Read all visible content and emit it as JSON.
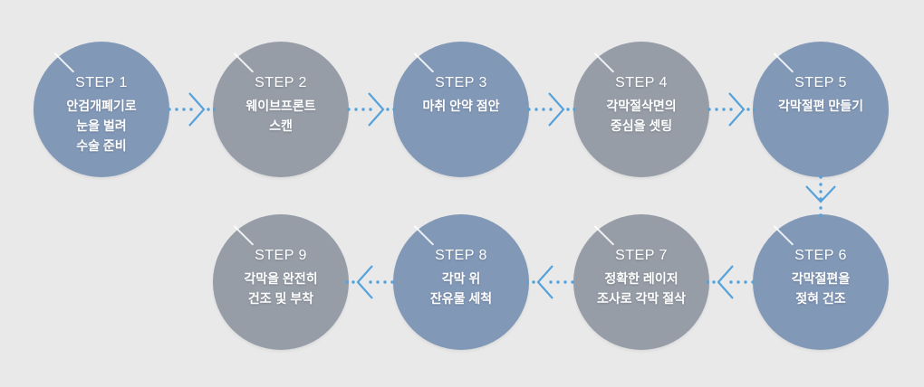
{
  "colors": {
    "background": "#e9e9e9",
    "circle_blue": "#8298b7",
    "circle_gray": "#969da7",
    "arrow": "#55a2da",
    "text": "#ffffff"
  },
  "steps": [
    {
      "label": "STEP 1",
      "desc": "안검개폐기로\n눈을 벌려\n수술 준비",
      "color": "circle_blue"
    },
    {
      "label": "STEP 2",
      "desc": "웨이브프론트\n스캔",
      "color": "circle_gray"
    },
    {
      "label": "STEP 3",
      "desc": "마취 안약 점안",
      "color": "circle_blue"
    },
    {
      "label": "STEP 4",
      "desc": "각막절삭면의\n중심을 셋팅",
      "color": "circle_gray"
    },
    {
      "label": "STEP 5",
      "desc": "각막절편 만들기",
      "color": "circle_blue"
    },
    {
      "label": "STEP 6",
      "desc": "각막절편을\n젖혀 건조",
      "color": "circle_blue"
    },
    {
      "label": "STEP 7",
      "desc": "정확한 레이저\n조사로 각막 절삭",
      "color": "circle_gray"
    },
    {
      "label": "STEP 8",
      "desc": "각막 위\n잔유물 세척",
      "color": "circle_blue"
    },
    {
      "label": "STEP 9",
      "desc": "각막을 완전히\n건조 및 부착",
      "color": "circle_gray"
    }
  ]
}
